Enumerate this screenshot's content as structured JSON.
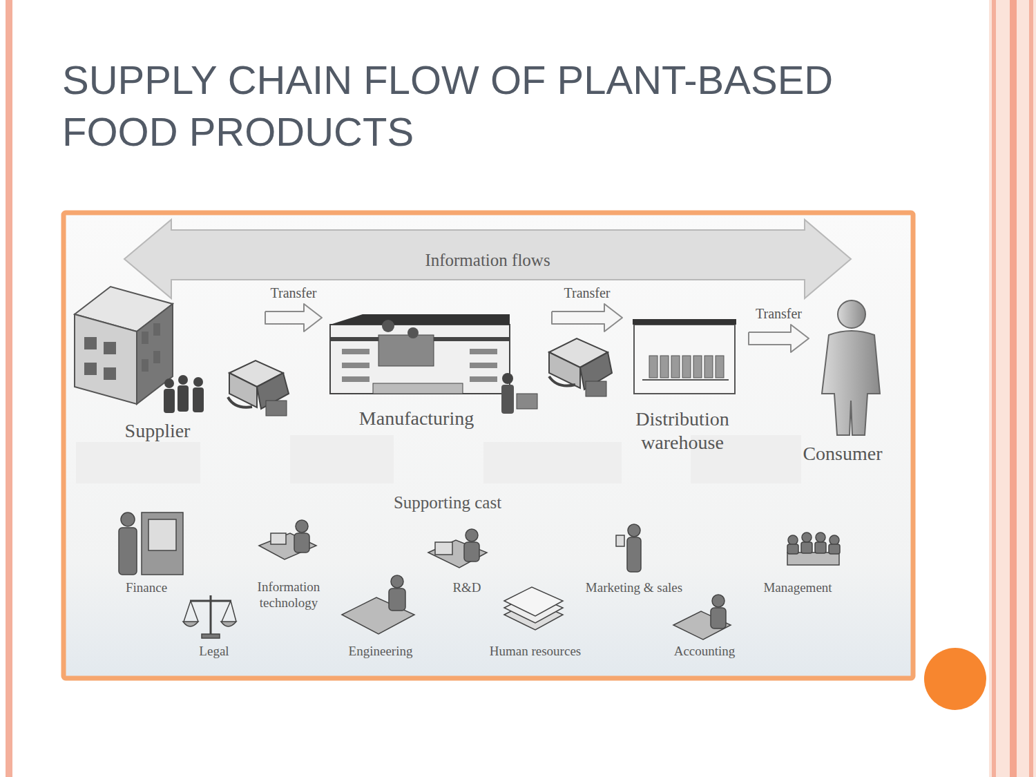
{
  "diagram": {
    "title": "SUPPLY CHAIN FLOW OF PLANT-BASED FOOD PRODUCTS",
    "nodes": [
      {
        "text": [
          "Supplier"
        ]
      },
      {
        "text": [
          "Manufacturing"
        ]
      },
      {
        "text": [
          "Distribution warehouse"
        ]
      },
      {
        "text": [
          "Consumer"
        ]
      }
    ],
    "edges": [
      {
        "from": 0,
        "to": 1,
        "label": "Transfer",
        "arrow": "to"
      },
      {
        "from": 1,
        "to": 2,
        "label": "Transfer",
        "arrow": "to"
      },
      {
        "from": 2,
        "to": 3,
        "label": "Transfer",
        "arrow": "to"
      }
    ],
    "labels": [
      "Information flows",
      "Supporting cast",
      "Finance",
      "Information technology",
      "R&D",
      "Marketing & sales",
      "Management",
      "Legal",
      "Engineering",
      "Human resources",
      "Accounting"
    ]
  }
}
